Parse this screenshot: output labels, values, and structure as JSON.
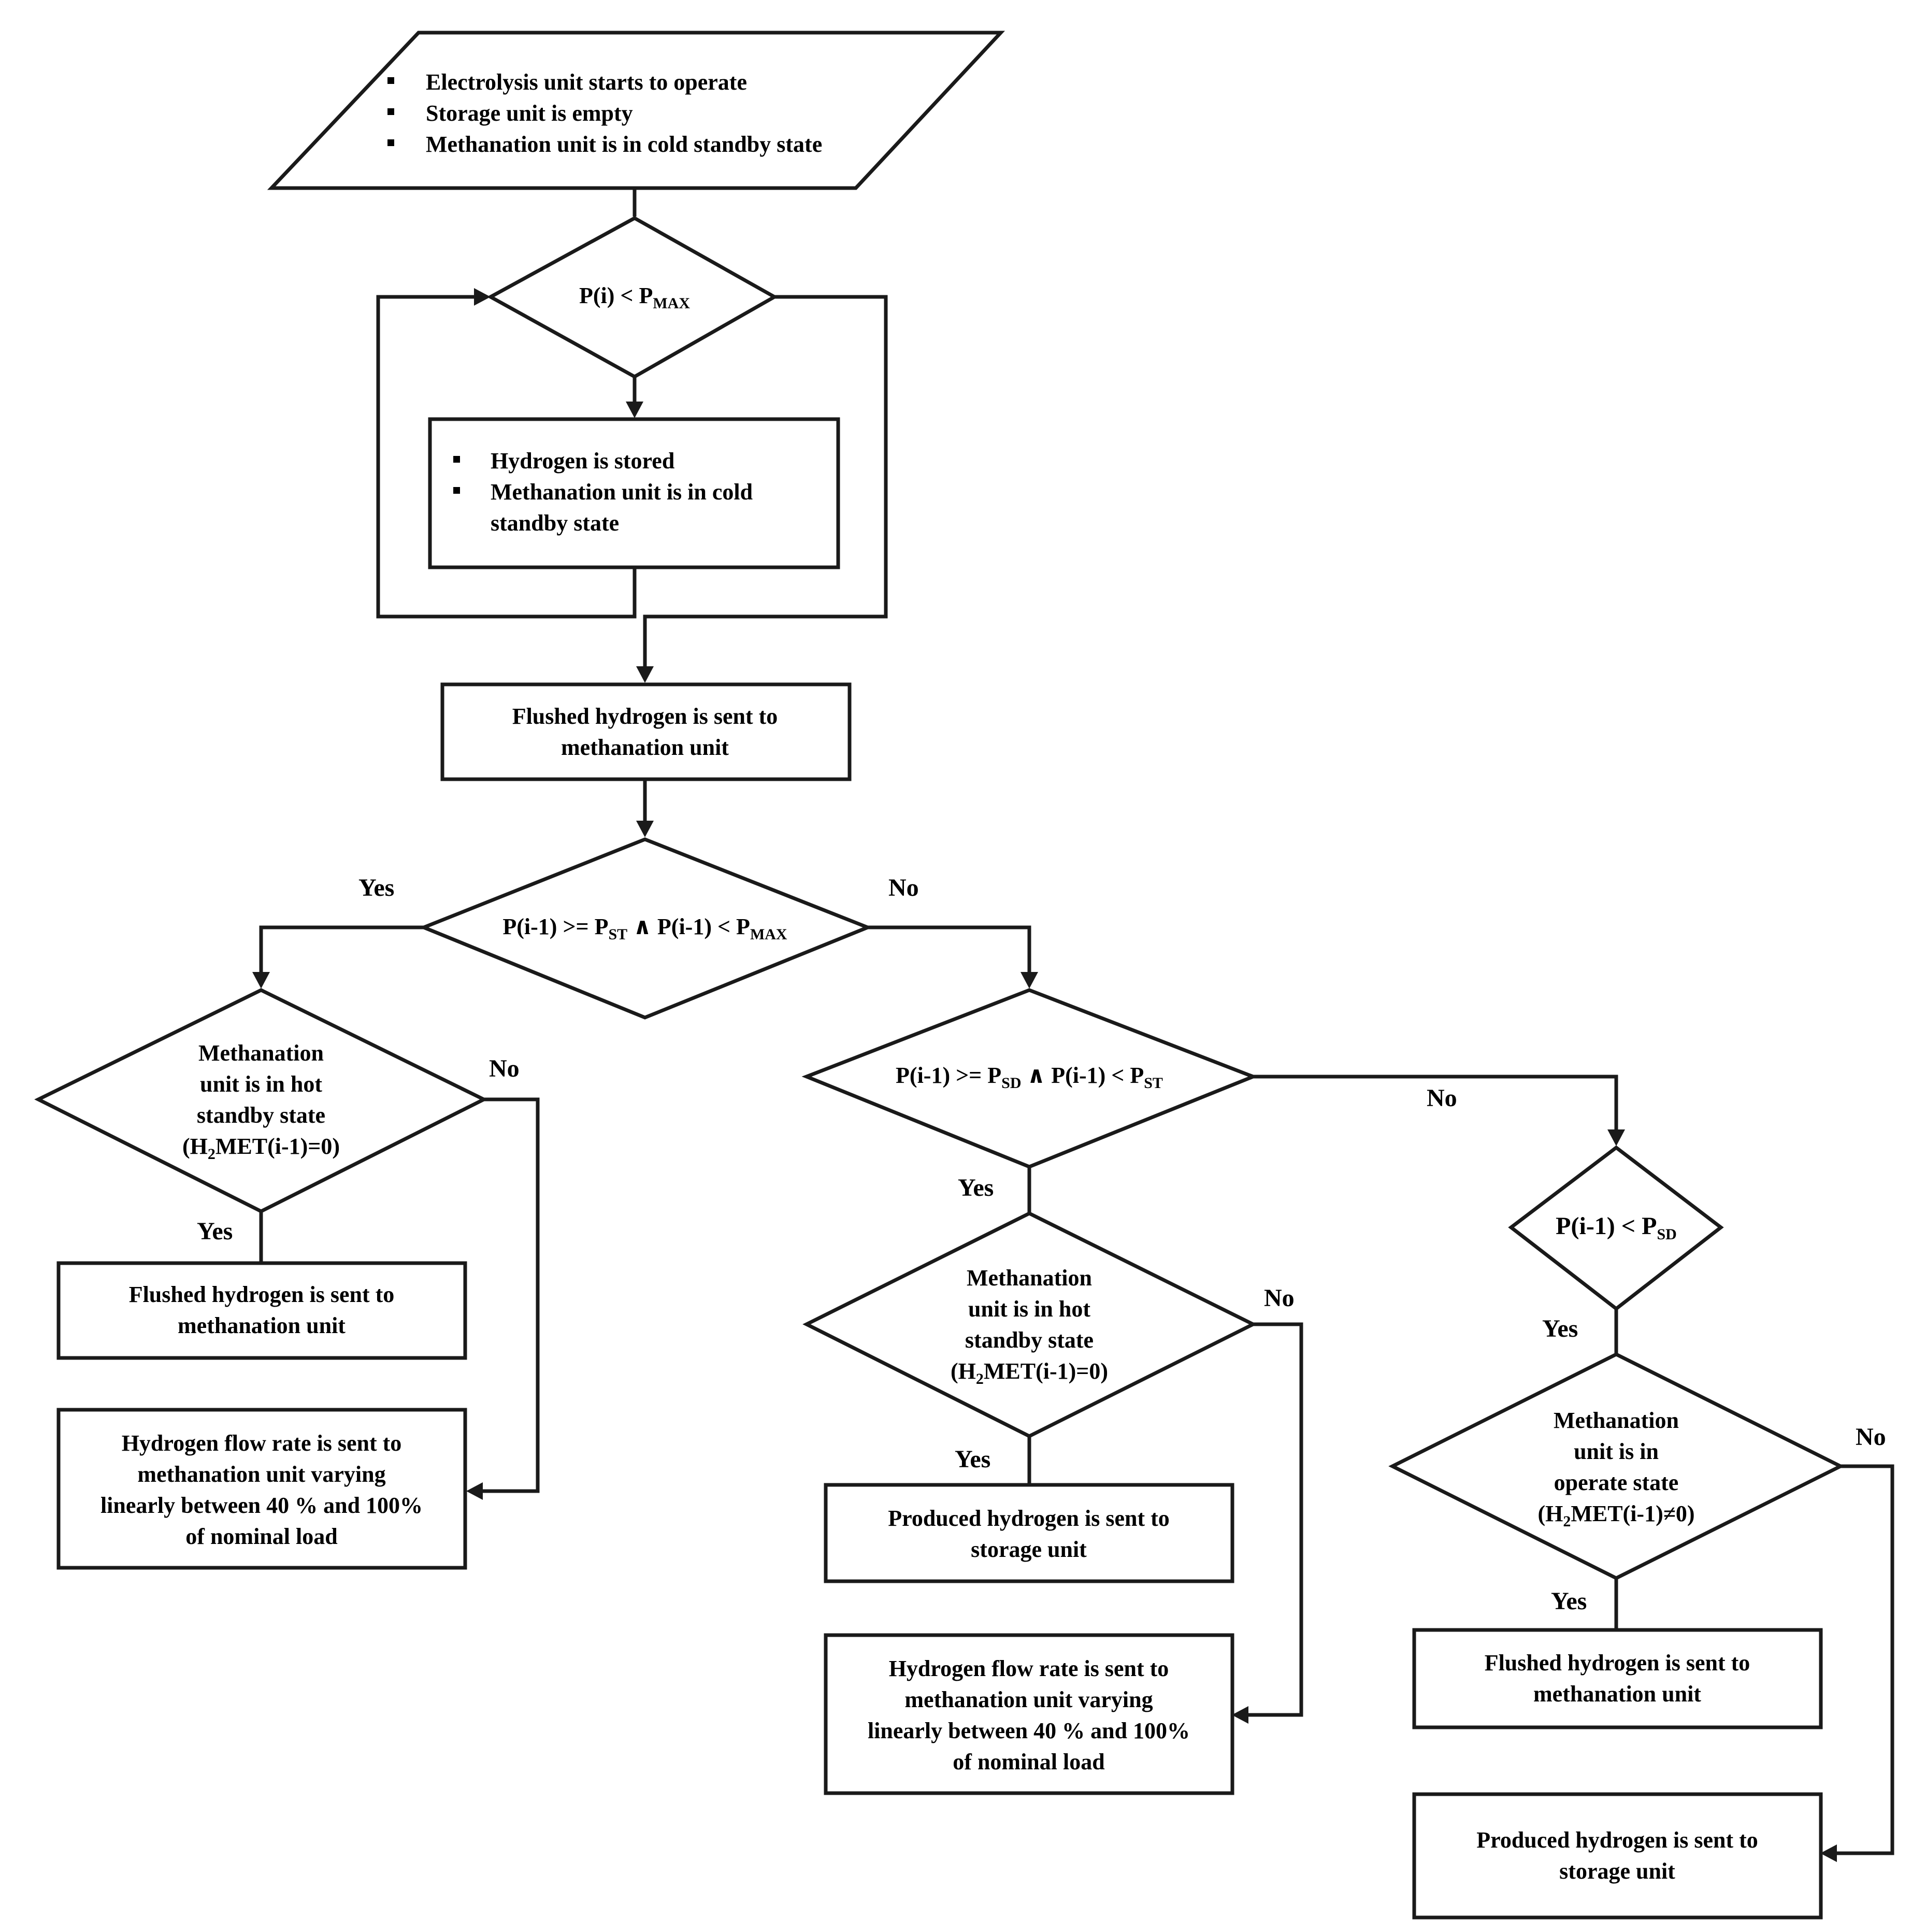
{
  "start": {
    "items": [
      "Electrolysis unit starts to operate",
      "Storage unit is empty",
      "Methanation unit is in cold standby state"
    ]
  },
  "d1": {
    "cond": "P(i) < P",
    "sub": "MAX"
  },
  "storeBox": {
    "item1": "Hydrogen is stored",
    "item2a": "Methanation unit is in cold",
    "item2b": "standby state"
  },
  "flushBox1": {
    "lines": [
      "Flushed hydrogen is sent to",
      "methanation unit"
    ]
  },
  "d2": {
    "p1": "P(i-1) >= P",
    "s1": "ST",
    "p2": " ∧ P(i-1) < P",
    "s2": "MAX",
    "yes": "Yes",
    "no": "No"
  },
  "d3": {
    "lines": [
      "Methanation",
      "unit is in hot",
      "standby state"
    ],
    "f_a": "(H",
    "f_sub": "2",
    "f_b": "MET(i-1)=0)",
    "yes": "Yes",
    "no": "No"
  },
  "leftBox1": {
    "lines": [
      "Flushed hydrogen is sent to",
      "methanation unit"
    ]
  },
  "leftBox2": {
    "lines": [
      "Hydrogen flow rate is sent to",
      "methanation unit varying",
      "linearly between 40 % and 100%",
      "of nominal load"
    ]
  },
  "d4": {
    "p1": "P(i-1) >= P",
    "s1": "SD",
    "p2": " ∧ P(i-1) < P",
    "s2": "ST",
    "yes": "Yes",
    "no": "No"
  },
  "d5": {
    "lines": [
      "Methanation",
      "unit is in hot",
      "standby state"
    ],
    "f_a": "(H",
    "f_sub": "2",
    "f_b": "MET(i-1)=0)",
    "yes": "Yes",
    "no": "No"
  },
  "midBox1": {
    "lines": [
      "Produced hydrogen is sent to",
      "storage unit"
    ]
  },
  "midBox2": {
    "lines": [
      "Hydrogen flow rate is sent to",
      "methanation unit varying",
      "linearly between 40 % and 100%",
      "of nominal load"
    ]
  },
  "d6": {
    "p1": "P(i-1) < P",
    "s1": "SD",
    "yes": "Yes"
  },
  "d7": {
    "lines": [
      "Methanation",
      "unit is in",
      "operate state"
    ],
    "f_a": "(H",
    "f_sub": "2",
    "f_b": "MET(i-1)≠0)",
    "yes": "Yes",
    "no": "No"
  },
  "rightBox1": {
    "lines": [
      "Flushed hydrogen is sent to",
      "methanation unit"
    ]
  },
  "rightBox2": {
    "lines": [
      "Produced hydrogen is sent to",
      "storage unit"
    ]
  }
}
